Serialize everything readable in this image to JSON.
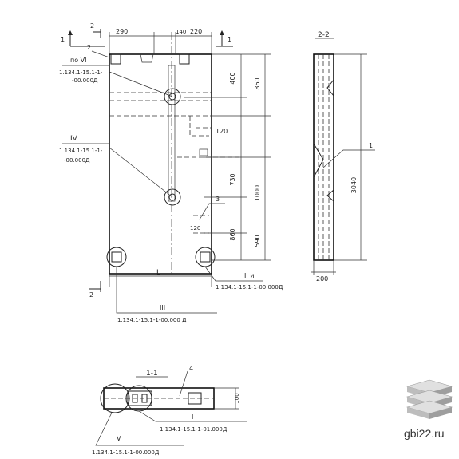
{
  "plan": {
    "section_marks": {
      "one_left": "1",
      "one_right": "1",
      "two_top": "2",
      "two_top_label": "2",
      "two_bottom": "2"
    },
    "dims_top": [
      "290",
      "140",
      "220"
    ],
    "dims_right_inner": [
      "400",
      "120",
      "730",
      "860"
    ],
    "dims_right_outer": [
      "860",
      "1000",
      "590"
    ],
    "dim_bottom": "L",
    "dim_small_120": "120",
    "item_3": "3",
    "callout_vi": {
      "label": "по VI",
      "code_line1": "1.134.1-15.1-1-",
      "code_line2": "-00.000Д"
    },
    "callout_iv": {
      "label": "IV",
      "code_line1": "1.134.1-15.1-1-",
      "code_line2": "-00.000Д"
    },
    "callout_iii": {
      "label": "III",
      "code": "1.134.1-15.1-1-00.000 Д"
    },
    "callout_ii": {
      "label": "II и",
      "code": "1.134.1-15.1-1-00.000Д"
    }
  },
  "section22": {
    "title": "2-2",
    "height_dim": "3040",
    "width_dim": "200",
    "item_1": "1"
  },
  "section11": {
    "title": "1-1",
    "item_4": "4",
    "dim_100": "100",
    "callout_i": {
      "label": "I",
      "code": "1.134.1-15.1-1-01.000Д"
    },
    "callout_v": {
      "label": "V",
      "code": "1.134.1-15.1-1-00.000Д"
    }
  },
  "watermark": {
    "site": "gbi22.ru",
    "logo_icon": "stacked-slabs-icon"
  }
}
